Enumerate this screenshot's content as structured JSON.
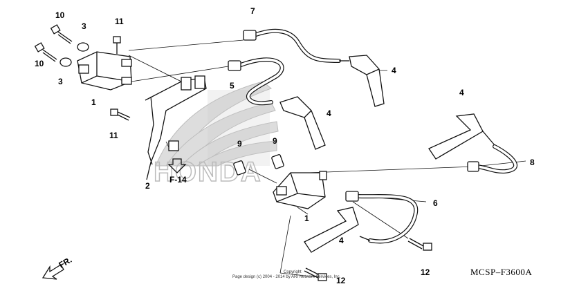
{
  "diagram": {
    "callouts": {
      "c10a": "10",
      "c3a": "3",
      "c11a": "11",
      "c7": "7",
      "c10b": "10",
      "c3b": "3",
      "c4a": "4",
      "c5": "5",
      "c1a": "1",
      "c4b": "4",
      "c4c": "4",
      "c11b": "11",
      "c9a": "9",
      "c9b": "9",
      "c8": "8",
      "c2": "2",
      "c6": "6",
      "c1b": "1",
      "c4d": "4",
      "c12a": "12",
      "c12b": "12"
    },
    "ref_label": "F-14",
    "direction_label": "FR.",
    "diagram_code": "MCSP–F3600A",
    "watermark": "HONDA",
    "copyright_line1": "Copyright",
    "copyright_line2": "Page design (c) 2004 - 2014 by ARI Network Services, Inc."
  },
  "colors": {
    "line": "#111111",
    "watermark": "#bbbbbb",
    "background": "#ffffff"
  }
}
